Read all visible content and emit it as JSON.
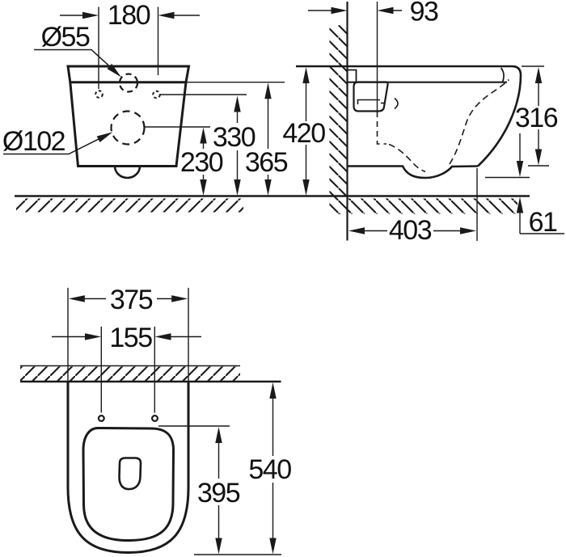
{
  "drawing": {
    "type": "wall-hung toilet installation dimension drawing",
    "colors": {
      "line": "#1a1a1a",
      "text": "#111111",
      "background": "#ffffff"
    },
    "views": {
      "front": {
        "dim_width_top": "180",
        "dim_flush_hole": "Ø55",
        "dim_outlet_hole": "Ø102",
        "dim_height_holes": "330",
        "dim_height_rim": "365",
        "dim_height_outlet": "230"
      },
      "side": {
        "dim_flush_offset": "93",
        "dim_height_overall": "420",
        "dim_height_front": "316",
        "dim_depth": "403",
        "dim_bottom_gap": "61"
      },
      "top": {
        "dim_width_overall": "375",
        "dim_seat_holes": "155",
        "dim_depth_overall": "540",
        "dim_bowl_depth": "395"
      }
    }
  }
}
